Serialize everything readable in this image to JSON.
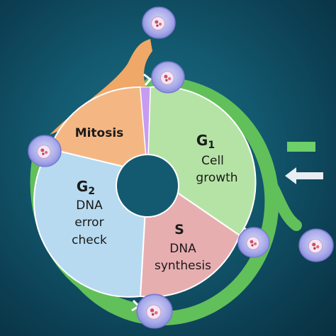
{
  "diagram": {
    "phases": [
      {
        "id": "g1",
        "symbol": "G",
        "subscript": "1",
        "line1": "Cell",
        "line2": "growth",
        "color": "#b5e3a6"
      },
      {
        "id": "s",
        "symbol": "S",
        "line1": "DNA",
        "line2": "synthesis",
        "color": "#e7aeb0"
      },
      {
        "id": "g2",
        "symbol": "G",
        "subscript": "2",
        "line1": "DNA",
        "line2": "error",
        "line3": "check",
        "color": "#b7daf0"
      },
      {
        "id": "mitosis",
        "label": "Mitosis",
        "color": "#f4b784"
      },
      {
        "id": "checkpoint",
        "color": "#c79cf0"
      }
    ],
    "ring_color": "#61c05a",
    "background_color": "#135a70",
    "icons": [
      "cell-icon",
      "arrow-left-icon",
      "legend-bar-icon"
    ]
  }
}
